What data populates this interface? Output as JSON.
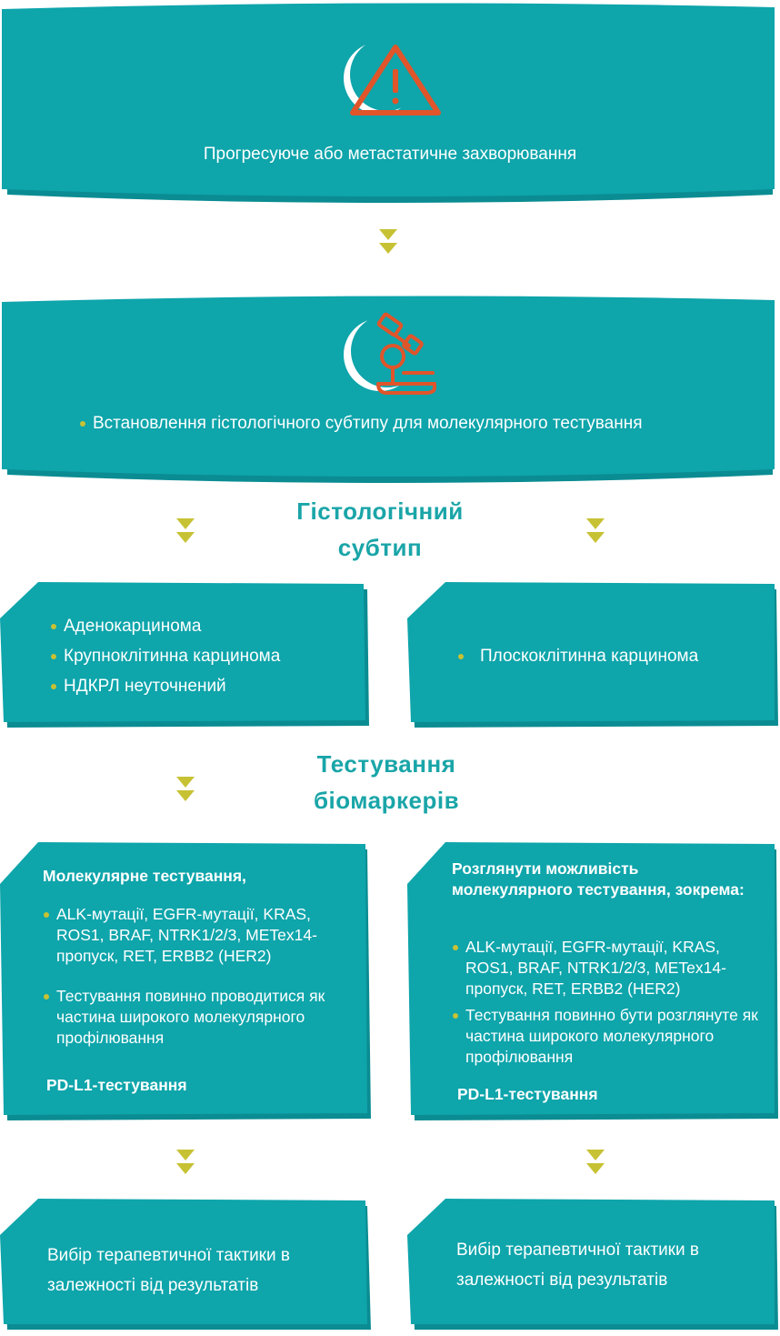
{
  "colors": {
    "teal": "#0ea5ab",
    "border": "#0a8c92",
    "accent": "#c7c234",
    "icon": "#e0552a",
    "heading": "#1aa5a8"
  },
  "box1": {
    "icon": "warning-triangle-icon",
    "text": "Прогресуюче або метастатичне захворювання"
  },
  "box2": {
    "icon": "microscope-icon",
    "text": "Встановлення гістологічного субтипу для молекулярного тестування"
  },
  "heading1": {
    "line1": "Гістологічний",
    "line2": "субтип"
  },
  "box_left_hist": {
    "items": [
      "Аденокарцинома",
      "Крупноклітинна карцинома",
      "НДКРЛ неуточнений"
    ]
  },
  "box_right_hist": {
    "items": [
      "Плоскоклітинна карцинома"
    ]
  },
  "heading2": {
    "line1": "Тестування",
    "line2": "біомаркерів"
  },
  "box_left_test": {
    "title": "Молекулярне тестування,",
    "items": [
      "ALK-мутації, EGFR-мутації, KRAS, ROS1,   BRAF, NTRK1/2/3, METex14-пропуск, RET, ERBB2 (HER2)",
      "Тестування повинно проводитися як частина широкого молекулярного профілювання"
    ],
    "footer": "PD-L1-тестування"
  },
  "box_right_test": {
    "title": "Розглянути можливість молекулярного тестування, зокрема:",
    "items": [
      "ALK-мутації, EGFR-мутації, KRAS, ROS1, BRAF, NTRK1/2/3, METex14-пропуск, RET, ERBB2 (HER2)",
      "Тестування повинно бути розглянуте як частина широкого молекулярного профілювання"
    ],
    "footer": "PD-L1-тестування"
  },
  "box_left_result": {
    "text": "Вибір терапевтичної тактики в залежності від результатів"
  },
  "box_right_result": {
    "text": "Вибір терапевтичної тактики в залежності від результатів"
  }
}
